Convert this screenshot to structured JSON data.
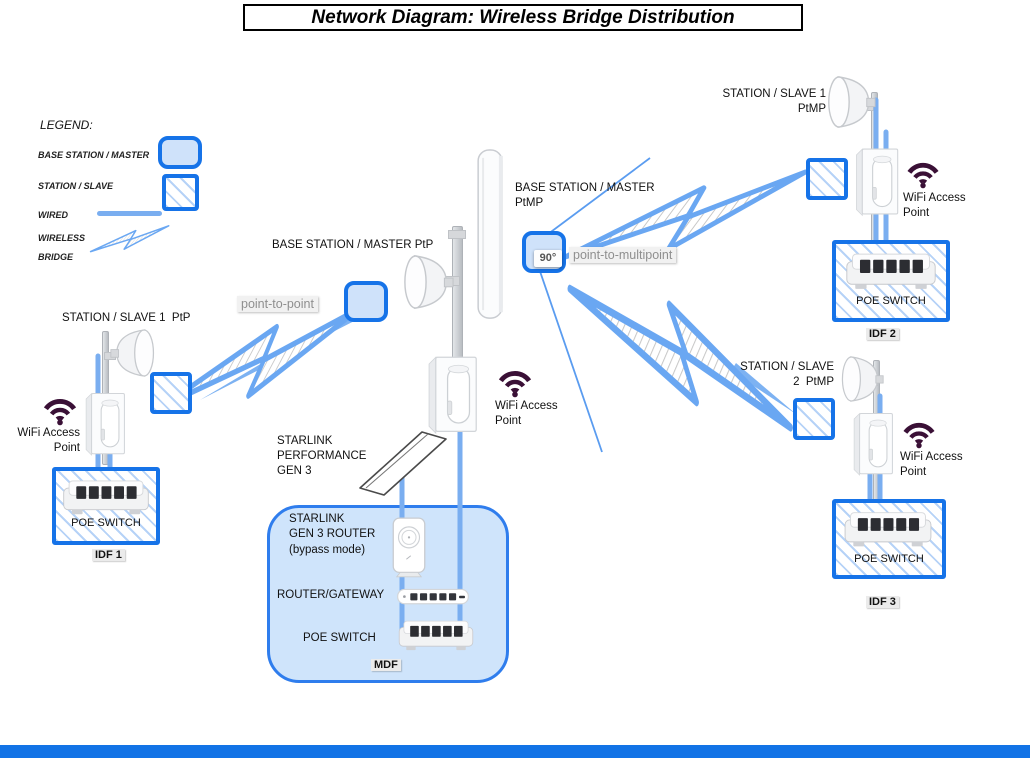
{
  "title": "Network Diagram: Wireless Bridge Distribution",
  "legend": {
    "heading": "LEGEND:",
    "base_station_label": "BASE STATION / MASTER",
    "station_label": "STATION / SLAVE",
    "wired_label": "WIRED",
    "wireless_label_line1": "WIRELESS",
    "wireless_label_line2": "BRIDGE"
  },
  "core": {
    "base_ptp_label": "BASE STATION / MASTER PtP",
    "ptp_link_label": "point-to-point",
    "base_ptmp_label_line1": "BASE STATION / MASTER",
    "base_ptmp_label_line2": "PtMP",
    "angle_badge": "90°",
    "ptmp_link_label": "point-to-multipoint",
    "wifi_label_line1": "WiFi Access",
    "wifi_label_line2": "Point"
  },
  "mdf": {
    "dish_label_line1": "STARLINK",
    "dish_label_line2": "PERFORMANCE",
    "dish_label_line3": "GEN 3",
    "router_label_line1": "STARLINK",
    "router_label_line2": "GEN 3 ROUTER",
    "router_label_line3": "(bypass mode)",
    "gateway_label": "ROUTER/GATEWAY",
    "switch_label": "POE SWITCH",
    "name": "MDF"
  },
  "idf1": {
    "station_label": "STATION / SLAVE 1  PtP",
    "wifi_label_line1": "WiFi Access",
    "wifi_label_line2": "Point",
    "switch_label": "POE SWITCH",
    "name": "IDF 1"
  },
  "idf2": {
    "station_label_line1": "STATION / SLAVE 1",
    "station_label_line2": "PtMP",
    "wifi_label_line1": "WiFi Access",
    "wifi_label_line2": "Point",
    "switch_label": "POE SWITCH",
    "name": "IDF 2"
  },
  "idf3": {
    "station_label_line1": "STATION / SLAVE",
    "station_label_line2": "2  PtMP",
    "wifi_label_line1": "WiFi Access",
    "wifi_label_line2": "Point",
    "switch_label": "POE SWITCH",
    "name": "IDF 3"
  },
  "colors": {
    "accent_blue": "#1673e8",
    "light_blue_fill": "#cfe2fa",
    "mdf_fill": "#cfe4fb",
    "wire_blue": "#7aaef0",
    "bolt_blue": "#6aa7f2",
    "wifi_icon_color": "#3a1036",
    "link_label_gray": "#8f8f8f",
    "bottom_bar_blue": "#1273e6"
  }
}
